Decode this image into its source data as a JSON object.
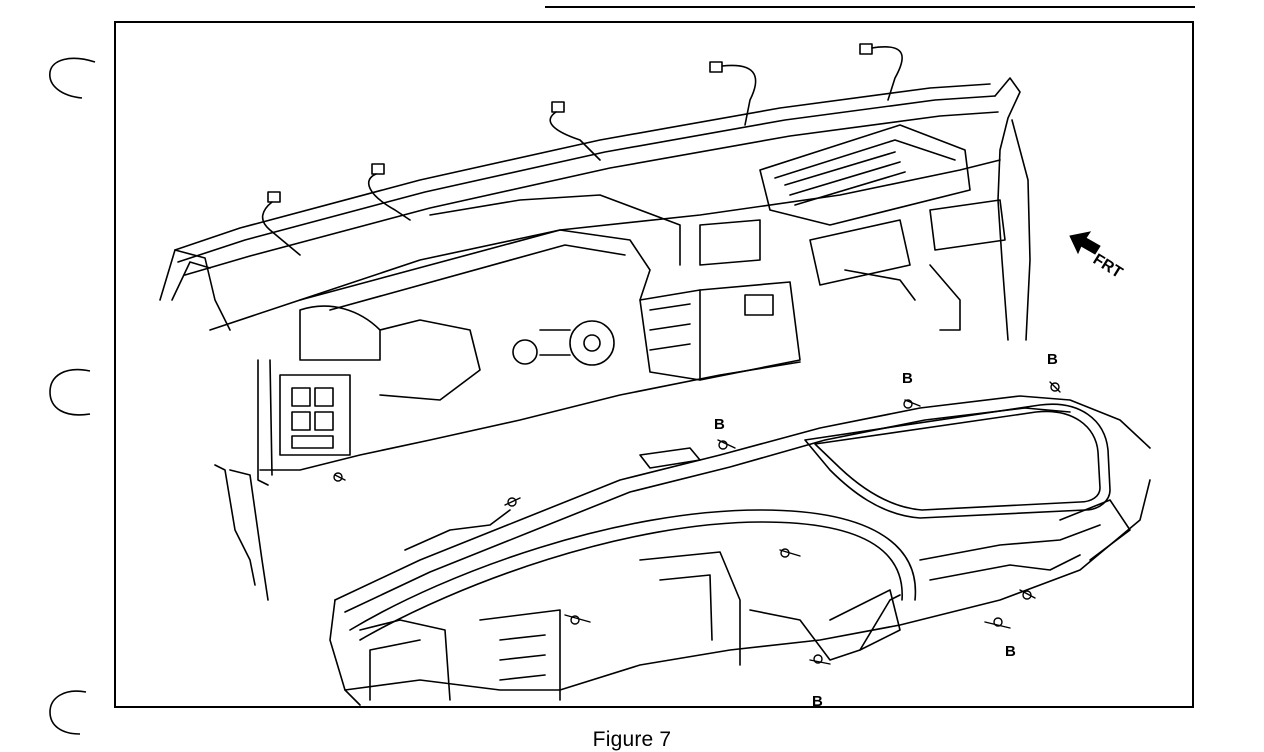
{
  "figure": {
    "caption": "Figure 7",
    "direction_label": "FRT",
    "callout_label": "B"
  },
  "icons": {
    "binder_holes": "binder-hole-icon",
    "direction": "arrow-icon"
  }
}
